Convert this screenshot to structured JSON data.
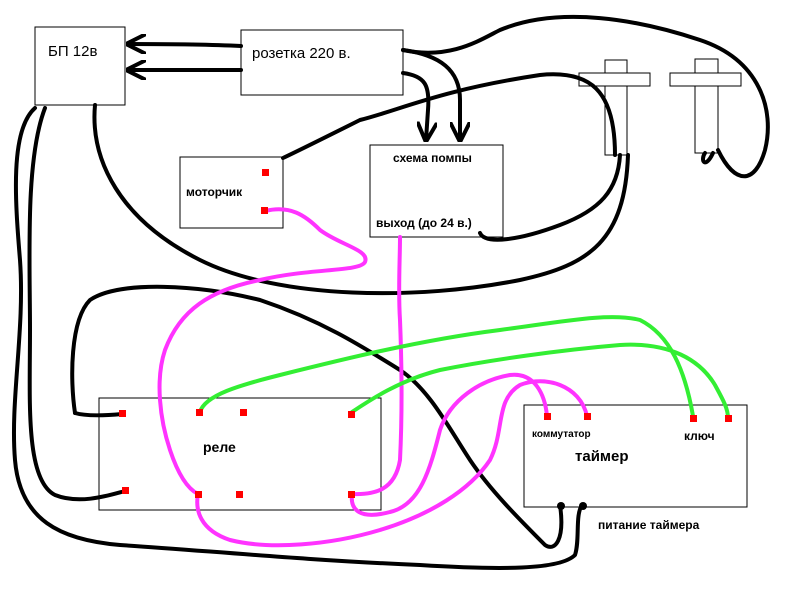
{
  "labels": {
    "psu": "БП 12в",
    "socket": "розетка 220 в.",
    "motor": "моторчик",
    "pump_title": "схема помпы",
    "pump_output": "выход (до 24 в.)",
    "relay": "реле",
    "commutator": "коммутатор",
    "key": "ключ",
    "timer": "таймер",
    "timer_power": "питание таймера"
  },
  "colors": {
    "wire_power": "#000000",
    "wire_pump_output": "#ff33ff",
    "wire_timer_key": "#33ee33",
    "terminal": "#ff0000"
  },
  "icons": [
    "arrow-icon",
    "plug-icon",
    "terminal-dot"
  ]
}
